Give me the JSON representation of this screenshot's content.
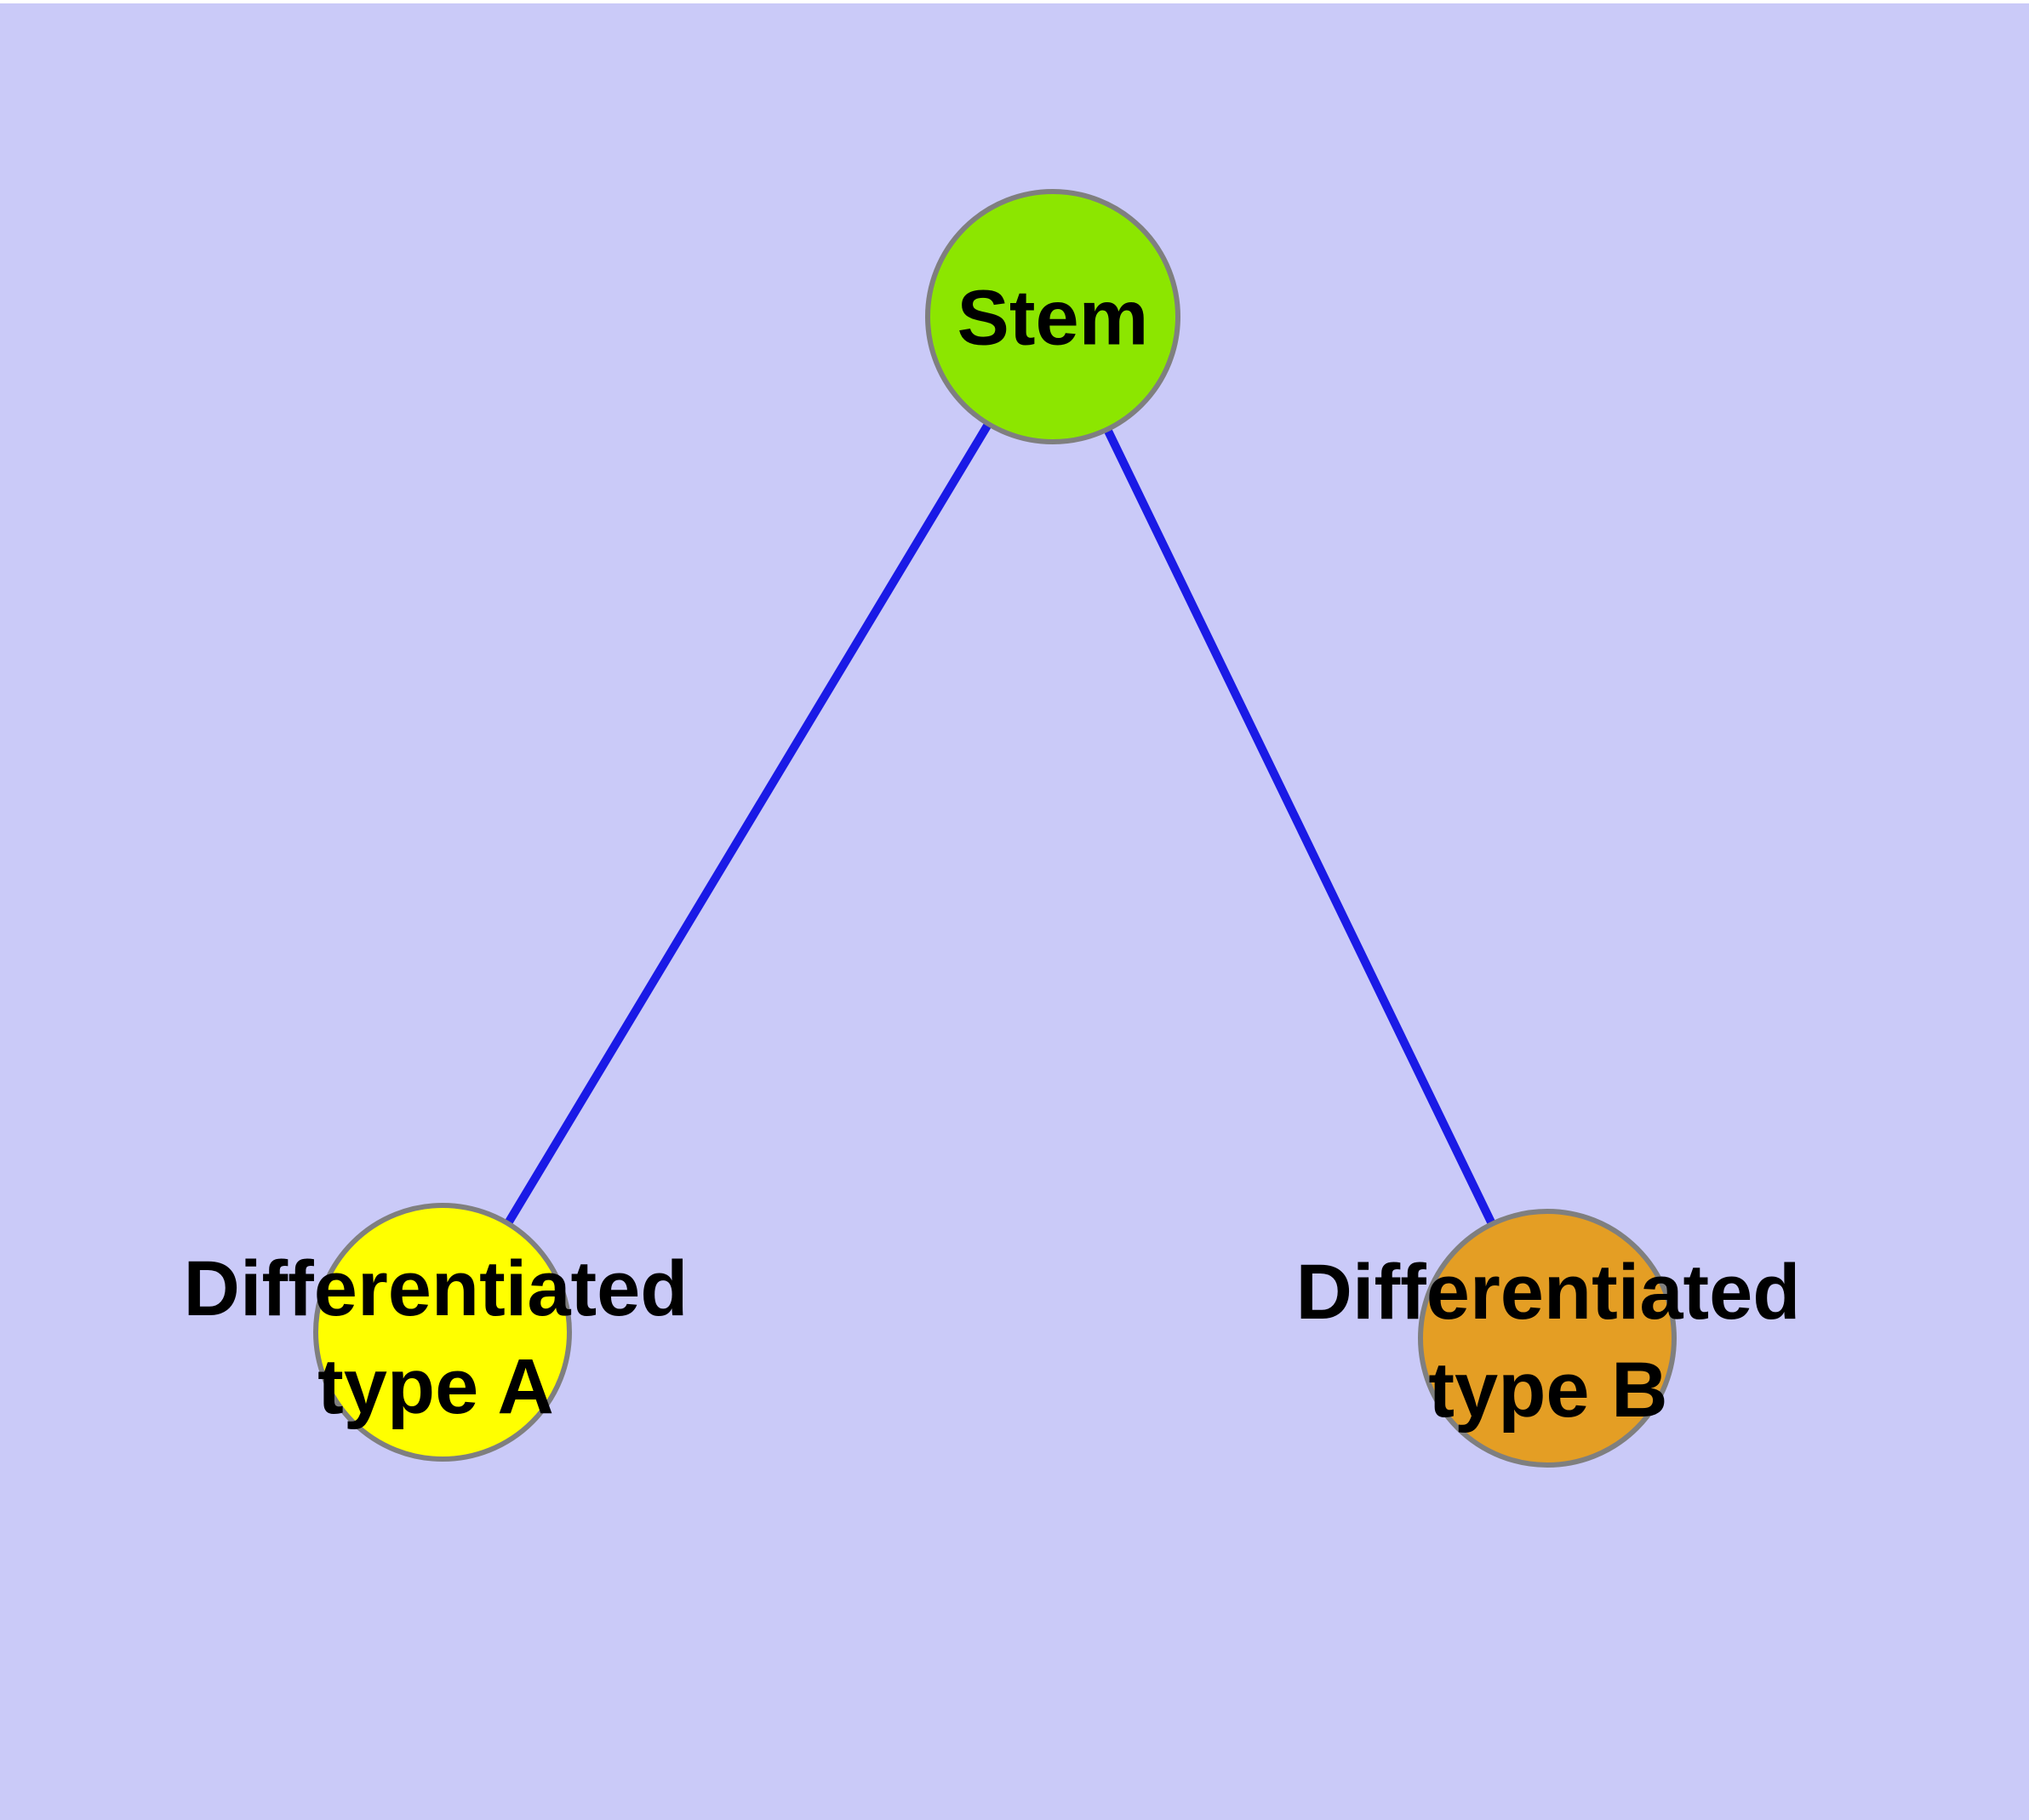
{
  "canvas": {
    "background_color": "#CACAF8",
    "top_strip_color": "#FFFFFF"
  },
  "label_text_color": "#000000",
  "nodes": [
    {
      "id": "stem",
      "label_lines": [
        "Stem"
      ],
      "fill_color": "#8CE600",
      "border_color": "#7F7F7F"
    },
    {
      "id": "differentiated-type-a",
      "label_lines": [
        "Differentiated",
        "type A"
      ],
      "fill_color": "#FFFF00",
      "border_color": "#7F7F7F"
    },
    {
      "id": "differentiated-type-b",
      "label_lines": [
        "Differentiated",
        "type B"
      ],
      "fill_color": "#E49E24",
      "border_color": "#7F7F7F"
    }
  ],
  "edges": [
    {
      "from": "stem",
      "to": "differentiated-type-a",
      "color": "#1A1AE6"
    },
    {
      "from": "stem",
      "to": "differentiated-type-b",
      "color": "#1A1AE6"
    }
  ]
}
